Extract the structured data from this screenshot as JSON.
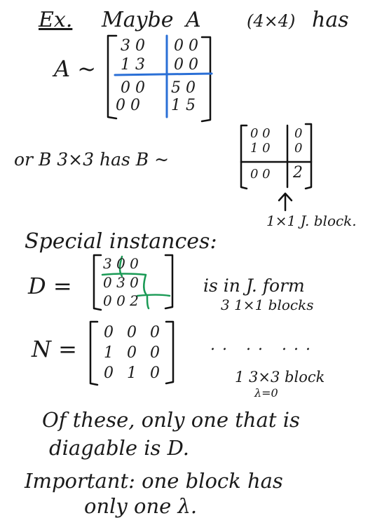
{
  "colors": {
    "ink": "#111111",
    "partition_blue": "#2a6fd6",
    "block_green": "#1a9a55"
  },
  "line1": {
    "ex": "Ex.",
    "maybe": "Maybe",
    "a": "A",
    "dims": "(4×4)",
    "has": "has"
  },
  "matrixA": {
    "lhs": "A ~",
    "row1": "3 0",
    "row1r": "0 0",
    "row2": "1 3",
    "row2r": "0 0",
    "row3": "0 0",
    "row3r": "5 0",
    "row4": "0 0",
    "row4r": "1 5"
  },
  "line2": {
    "text": "or B 3×3 has B ~"
  },
  "matrixB": {
    "row1": "0 0",
    "row1r": "0",
    "row2": "1 0",
    "row2r": "0",
    "row3": "0 0",
    "row3r": "2"
  },
  "jblock_note": "1×1 J. block.",
  "special": "Special instances:",
  "matrixD": {
    "lhs": "D =",
    "row1": "3 0 0",
    "row2": "0 3 0",
    "row3": "0 0 2",
    "note1": "is in J. form",
    "note2": "3  1×1 blocks"
  },
  "matrixN": {
    "lhs": "N =",
    "row1": "0 0 0",
    "row2": "1 0 0",
    "row3": "0 1 0",
    "dots": ".. .. ...",
    "note1": "1  3×3 block",
    "note2": "λ=0"
  },
  "concl1": "Of these, only one that is",
  "concl2": "diagable is D.",
  "important1": "Important: one block has",
  "important2": "only one λ."
}
